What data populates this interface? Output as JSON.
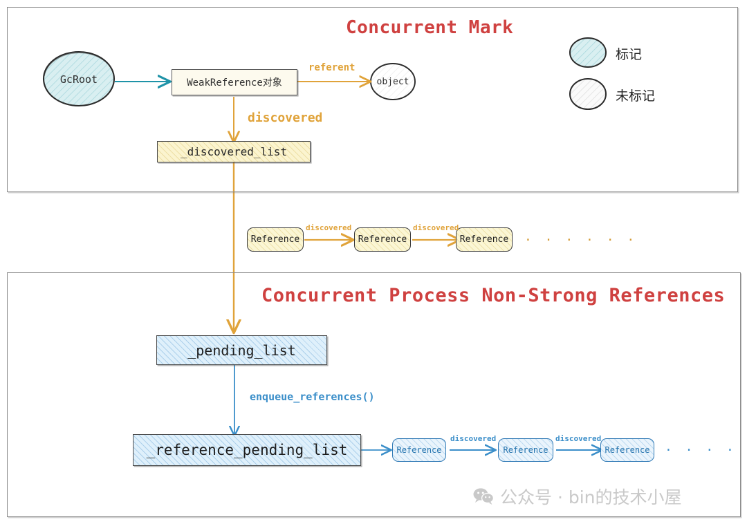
{
  "panels": [
    {
      "name": "concurrent-mark",
      "title": "Concurrent Mark"
    },
    {
      "name": "concurrent-process",
      "title": "Concurrent Process Non-Strong References"
    }
  ],
  "top_section": {
    "gc_root": "GcRoot",
    "weak_reference": "WeakReference对象",
    "object": "object",
    "referent_label": "referent",
    "discovered_label": "discovered",
    "discovered_list": "_discovered_list"
  },
  "legend": {
    "items": [
      {
        "label": "标记",
        "state": "marked",
        "color": "#d6eef0"
      },
      {
        "label": "未标记",
        "state": "unmarked",
        "color": "#f7f7f7"
      }
    ]
  },
  "middle_chain": {
    "nodes": [
      "Reference",
      "Reference",
      "Reference"
    ],
    "edge_label": "discovered",
    "ellipsis": "· · · · · ·"
  },
  "bottom_section": {
    "pending_list": "_pending_list",
    "enqueue_label": "enqueue_references()",
    "reference_pending_list": "_reference_pending_list",
    "chain": {
      "nodes": [
        "Reference",
        "Reference",
        "Reference"
      ],
      "edge_label": "discovered",
      "ellipsis": "· · · · · ·"
    }
  },
  "watermark": {
    "icon": "wechat-icon",
    "text": "公众号 · bin的技术小屋"
  },
  "colors": {
    "title_red": "#cf4140",
    "orange": "#e0a33a",
    "blue": "#3a8ec9",
    "teal": "#1f93a8",
    "marked_fill": "#d6eef0",
    "cream": "#fdfaee"
  }
}
